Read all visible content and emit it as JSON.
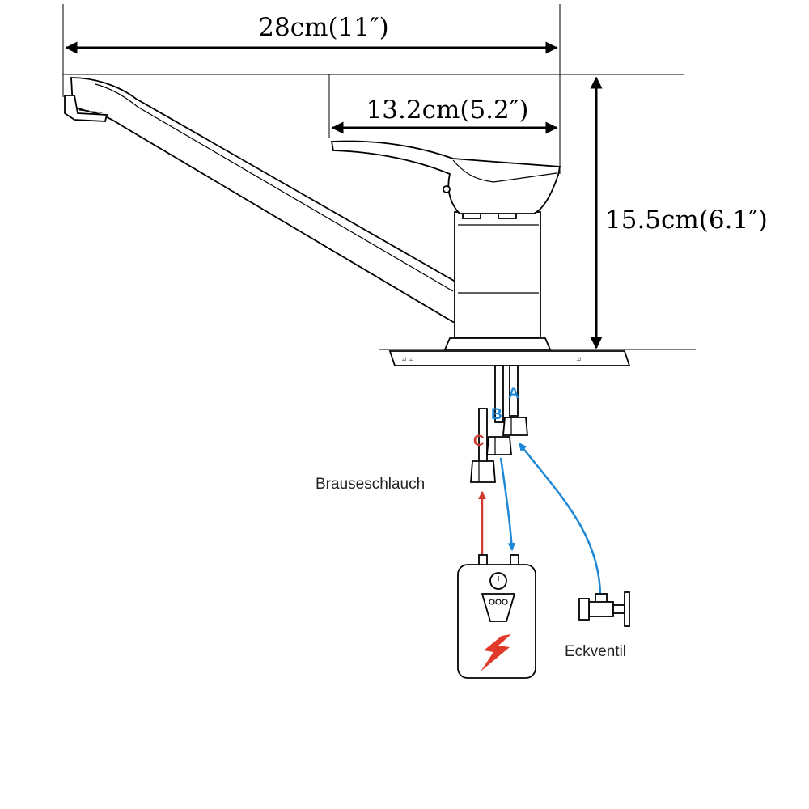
{
  "dimensions": {
    "total_length": "28cm(11″)",
    "spout_to_body": "13.2cm(5.2″)",
    "height": "15.5cm(6.1″)"
  },
  "connections": {
    "a": "A",
    "b": "B",
    "c": "C"
  },
  "labels": {
    "shower_hose": "Brauseschlauch",
    "angle_valve": "Eckventil"
  },
  "colors": {
    "hot": "#d03a2e",
    "cold": "#1d88d6",
    "line": "#000000"
  },
  "icons": {
    "heater": "electric-water-heater-icon",
    "bolt": "lightning-bolt-icon",
    "valve": "angle-valve-icon"
  }
}
